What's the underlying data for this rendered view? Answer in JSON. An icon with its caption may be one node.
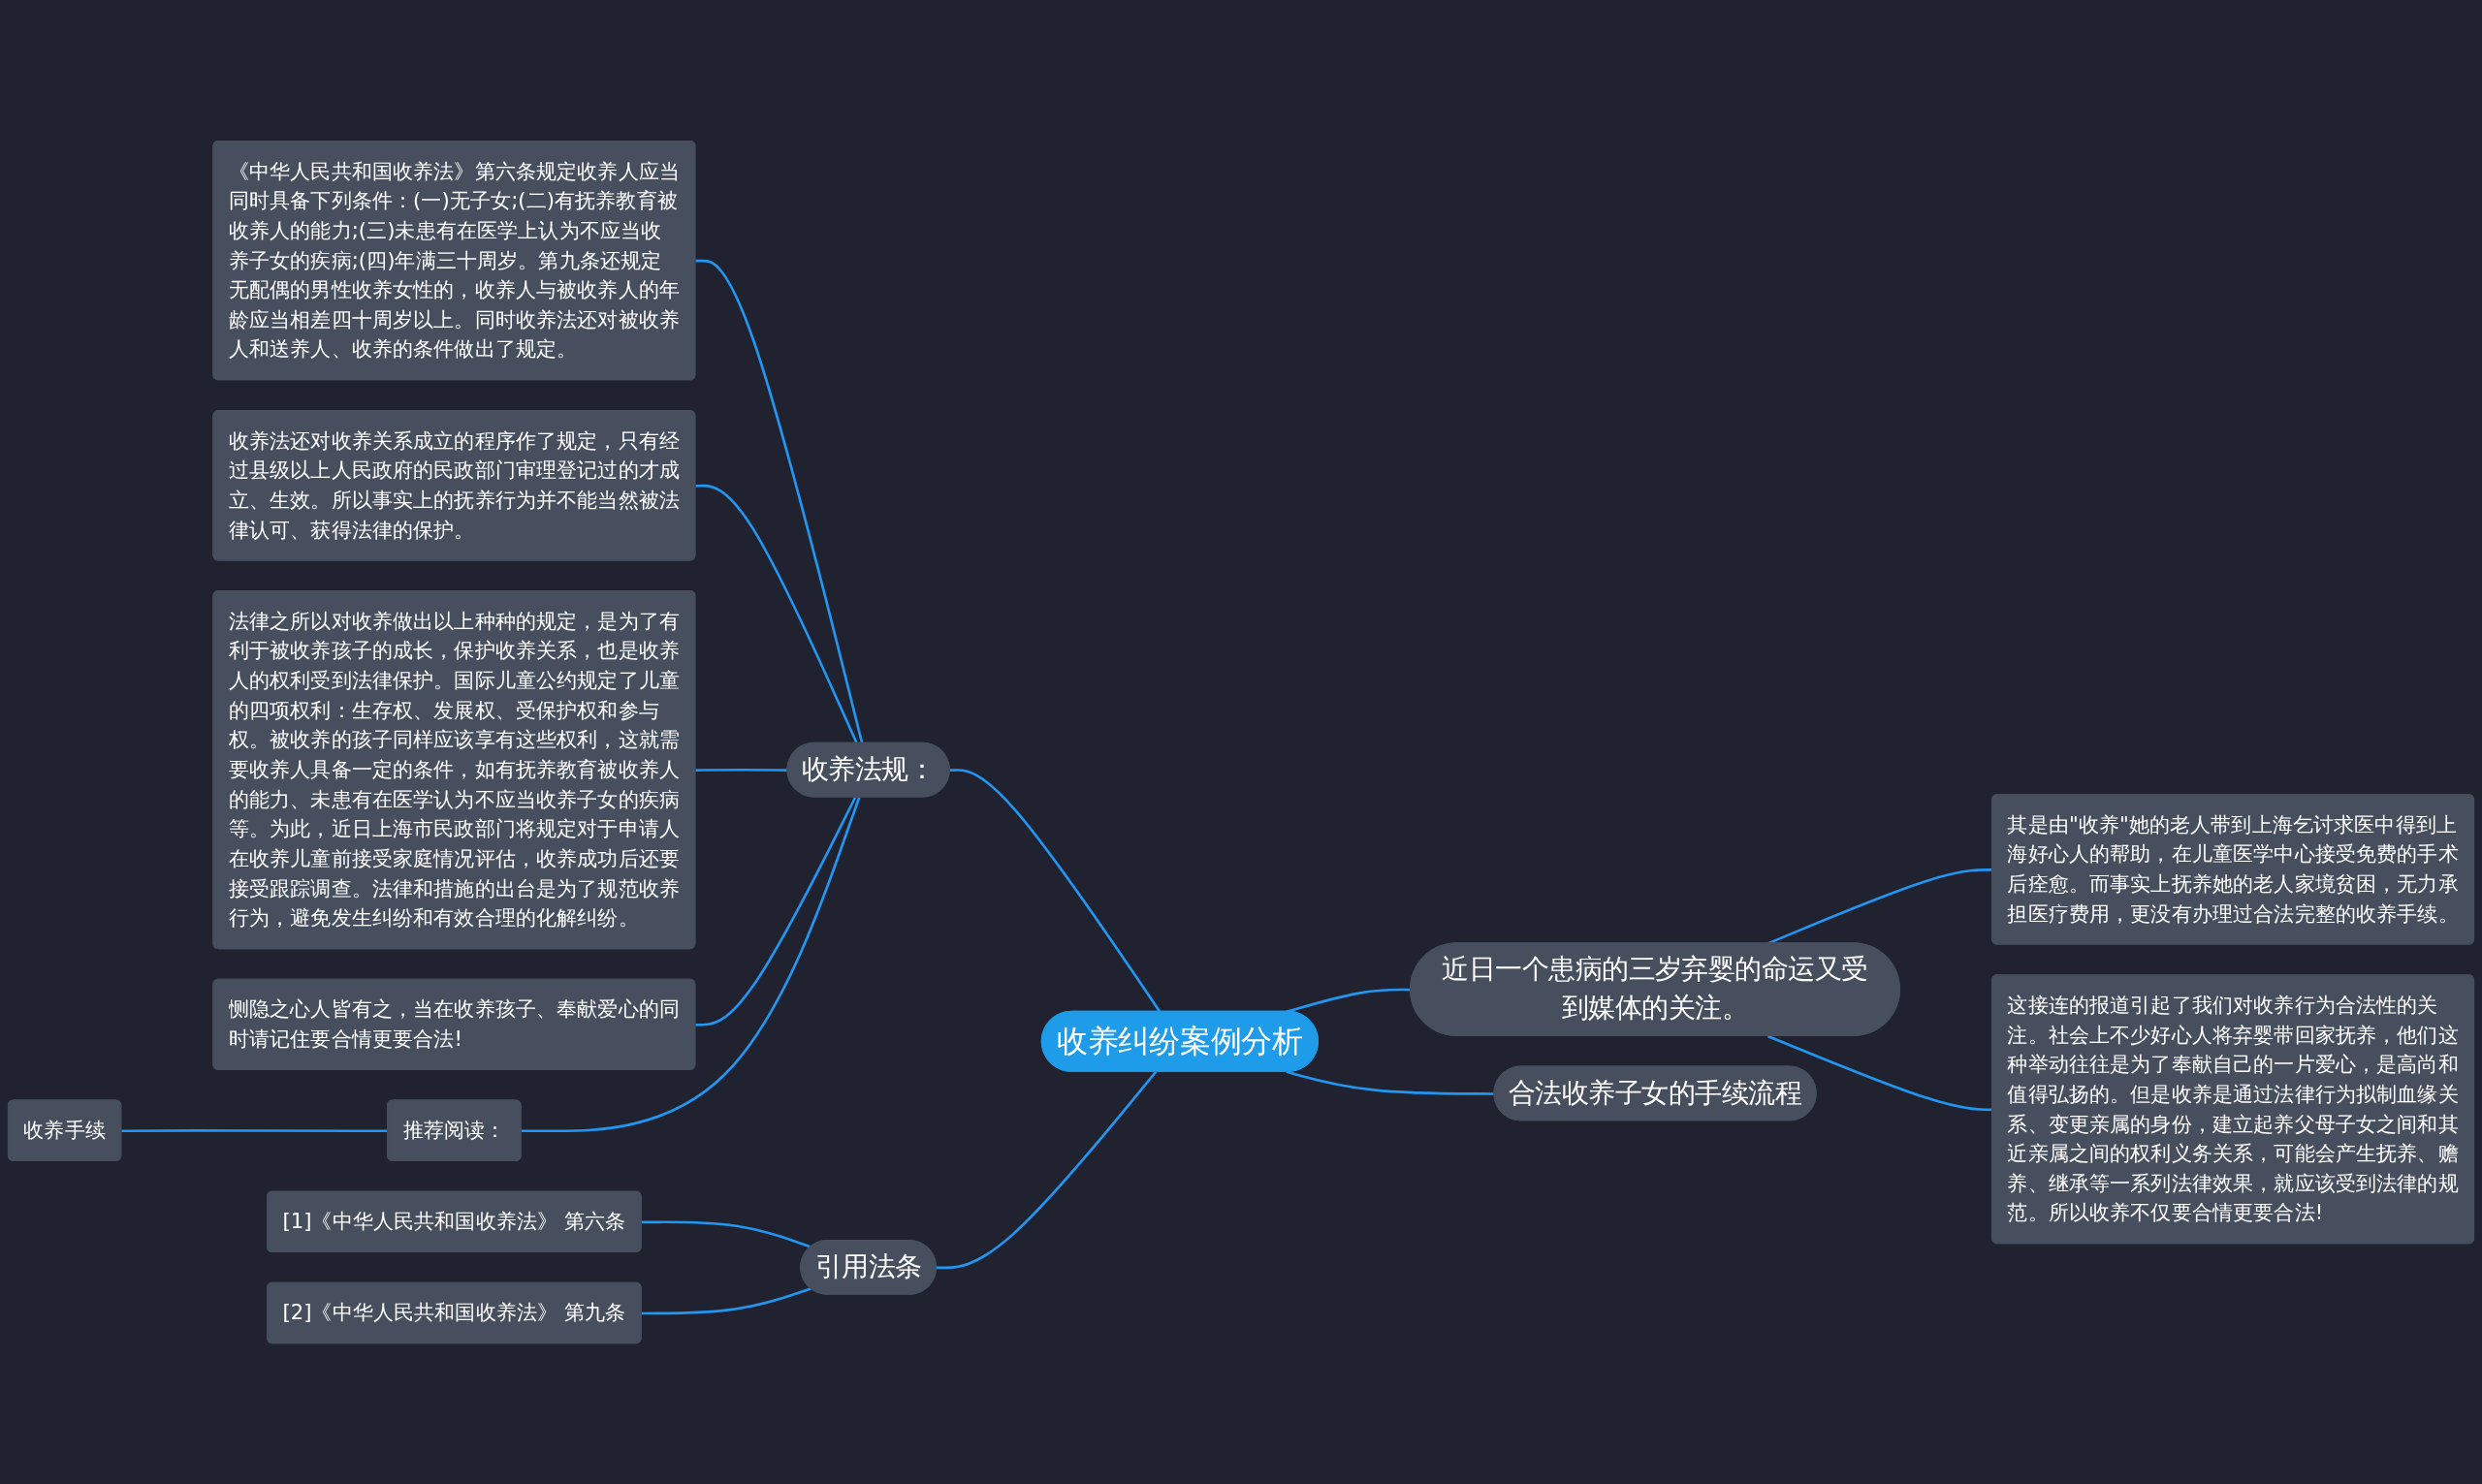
{
  "diagram": {
    "nodes": [
      {
        "text": [
          "收养纠纷案例分析"
        ]
      },
      {
        "text": [
          "近日一个患病的三岁弃婴的命运又受到媒体的关注。"
        ]
      },
      {
        "text": [
          "其是由\"收养\"她的老人带到上海乞讨求医中得到上海好心人的帮助，在儿童医学中心接受免费的手术后痊愈。而事实上抚养她的老人家境贫困，无力承担医疗费用，更没有办理过合法完整的收养手续。"
        ]
      },
      {
        "text": [
          "这接连的报道引起了我们对收养行为合法性的关注。社会上不少好心人将弃婴带回家抚养，他们这种举动往往是为了奉献自己的一片爱心，是高尚和值得弘扬的。但是收养是通过法律行为拟制血缘关系、变更亲属的身份，建立起养父母子女之间和其近亲属之间的权利义务关系，可能会产生抚养、赡养、继承等一系列法律效果，就应该受到法律的规范。所以收养不仅要合情更要合法!"
        ]
      },
      {
        "text": [
          "合法收养子女的手续流程"
        ]
      },
      {
        "text": [
          "收养法规："
        ]
      },
      {
        "text": [
          "《中华人民共和国收养法》第六条规定收养人应当同时具备下列条件：(一)无子女;(二)有抚养教育被收养人的能力;(三)未患有在医学上认为不应当收养子女的疾病;(四)年满三十周岁。第九条还规定无配偶的男性收养女性的，收养人与被收养人的年龄应当相差四十周岁以上。同时收养法还对被收养人和送养人、收养的条件做出了规定。"
        ]
      },
      {
        "text": [
          "收养法还对收养关系成立的程序作了规定，只有经过县级以上人民政府的民政部门审理登记过的才成立、生效。所以事实上的抚养行为并不能当然被法律认可、获得法律的保护。"
        ]
      },
      {
        "text": [
          "法律之所以对收养做出以上种种的规定，是为了有利于被收养孩子的成长，保护收养关系，也是收养人的权利受到法律保护。国际儿童公约规定了儿童的四项权利：生存权、发展权、受保护权和参与权。被收养的孩子同样应该享有这些权利，这就需要收养人具备一定的条件，如有抚养教育被收养人的能力、未患有在医学认为不应当收养子女的疾病等。为此，近日上海市民政部门将规定对于申请人在收养儿童前接受家庭情况评估，收养成功后还要接受跟踪调查。法律和措施的出台是为了规范收养行为，避免发生纠纷和有效合理的化解纠纷。"
        ]
      },
      {
        "text": [
          "恻隐之心人皆有之，当在收养孩子、奉献爱心的同时请记住要合情更要合法!"
        ]
      },
      {
        "text": [
          "推荐阅读："
        ]
      },
      {
        "text": [
          "收养手续"
        ]
      },
      {
        "text": [
          "引用法条"
        ]
      },
      {
        "text": [
          "[1]《中华人民共和国收养法》 第六条"
        ]
      },
      {
        "text": [
          "[2]《中华人民共和国收养法》 第九条"
        ]
      }
    ],
    "edges": [
      {
        "from": 0,
        "to": 1,
        "arrow": "none"
      },
      {
        "from": 1,
        "to": 2,
        "arrow": "none"
      },
      {
        "from": 1,
        "to": 3,
        "arrow": "none"
      },
      {
        "from": 0,
        "to": 4,
        "arrow": "none"
      },
      {
        "from": 0,
        "to": 5,
        "arrow": "none"
      },
      {
        "from": 5,
        "to": 6,
        "arrow": "none"
      },
      {
        "from": 5,
        "to": 7,
        "arrow": "none"
      },
      {
        "from": 5,
        "to": 8,
        "arrow": "none"
      },
      {
        "from": 5,
        "to": 9,
        "arrow": "none"
      },
      {
        "from": 5,
        "to": 10,
        "arrow": "none"
      },
      {
        "from": 10,
        "to": 11,
        "arrow": "none"
      },
      {
        "from": 0,
        "to": 12,
        "arrow": "none"
      },
      {
        "from": 12,
        "to": 13,
        "arrow": "none"
      },
      {
        "from": 12,
        "to": 14,
        "arrow": "none"
      }
    ]
  }
}
